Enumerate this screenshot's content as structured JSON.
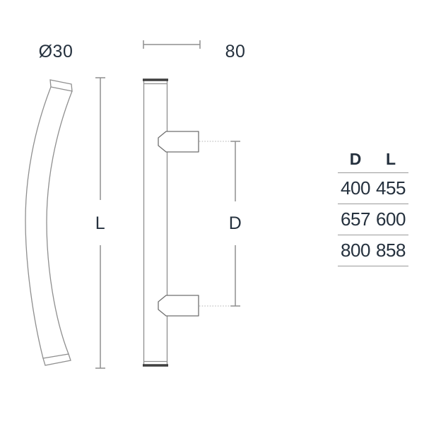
{
  "drawing": {
    "diameter_label": "Ø30",
    "width_dimension_label": "80",
    "length_dimension_label": "L",
    "distance_dimension_label": "D"
  },
  "table": {
    "headers": {
      "d": "D",
      "l": "L"
    },
    "rows": [
      {
        "d": "400",
        "l": "455"
      },
      {
        "d": "657",
        "l": "600"
      },
      {
        "d": "800",
        "l": "858"
      }
    ]
  },
  "colors": {
    "text": "#25313e",
    "outline": "#8f8f8f",
    "bracket_outline": "#6f6f6f",
    "end_cap_dark": "#3f3f3f",
    "dotted_leader": "#c0c0c0",
    "table_rule": "#9a9a9a"
  }
}
